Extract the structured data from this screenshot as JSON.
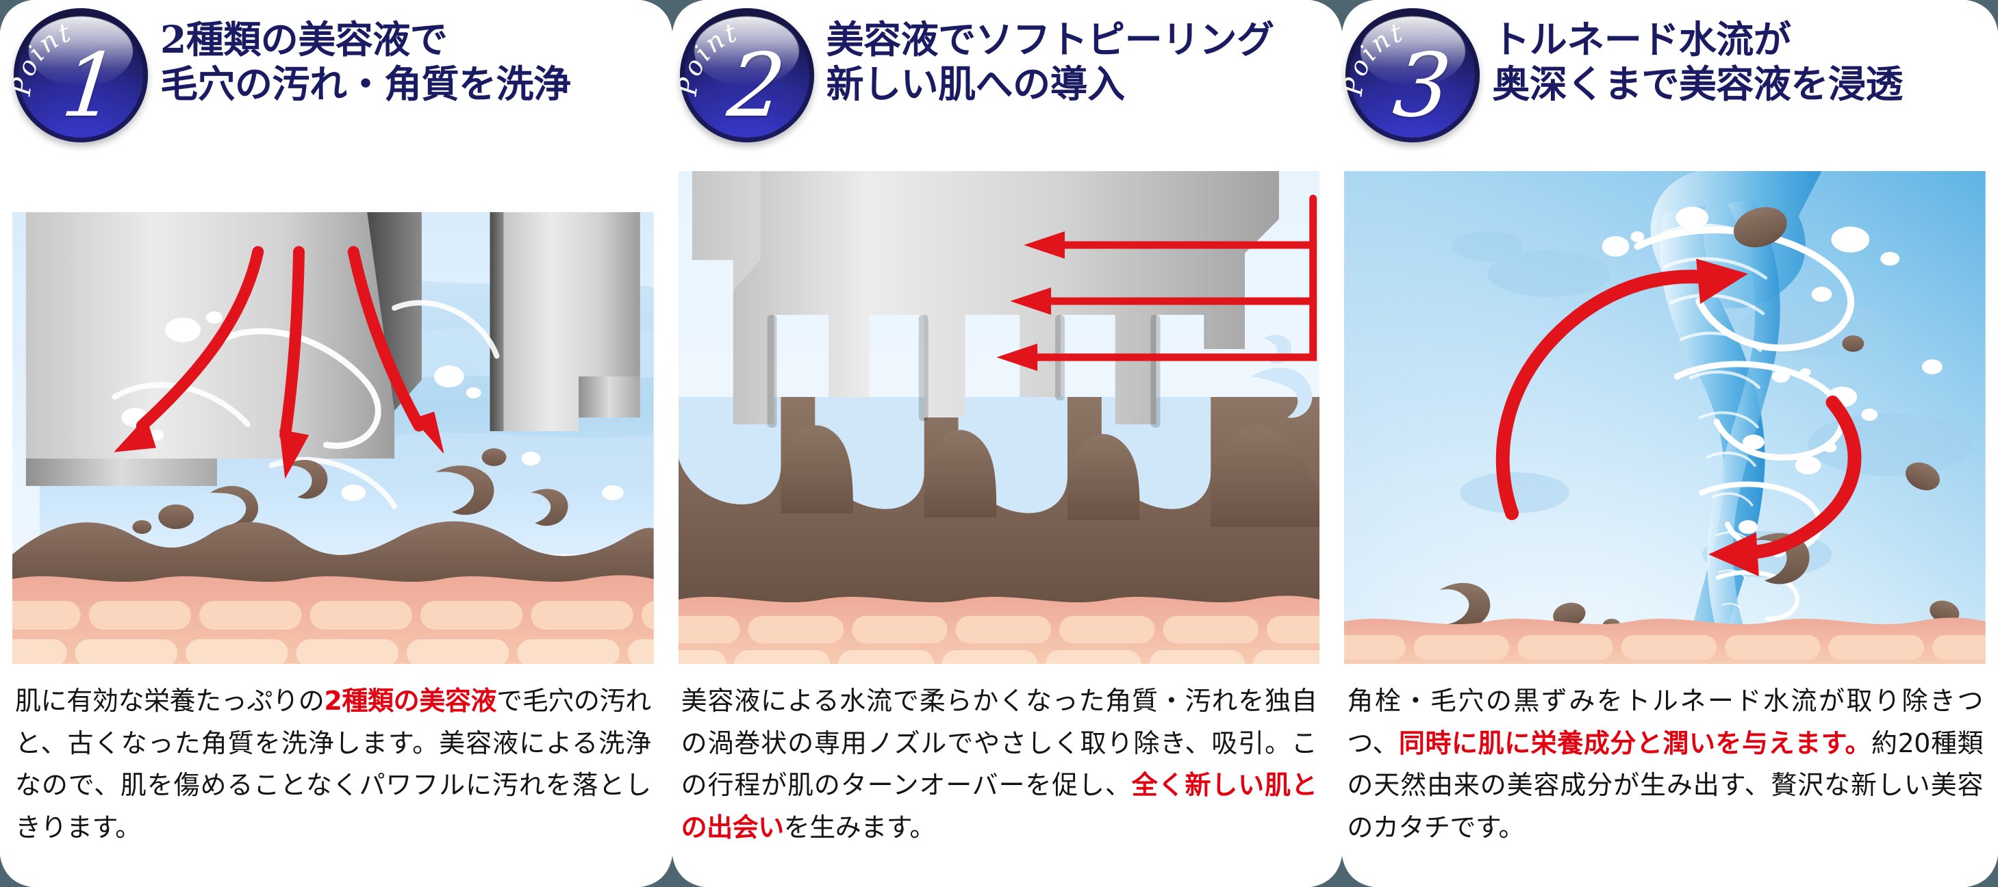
{
  "theme": {
    "headline_color": "#1b1b64",
    "highlight_color": "#e3000f",
    "badge_blue": "#2a2a96",
    "corner_color": "#4d6670",
    "arrow_red": "#e1141c",
    "water_blue": "#b9ddf4",
    "skin_pink": "#eeaa99",
    "skin_cell": "#f9d6bd",
    "dirt_brown": "#7e6354",
    "metal_gray": "#d8d8d8"
  },
  "panels": [
    {
      "badge": {
        "word": "Point",
        "number": "1"
      },
      "headline": "2種類の美容液で\n毛穴の汚れ・角質を洗浄",
      "illustration": "nozzle-water-jet-cleaning-pore",
      "caption": [
        {
          "text": "肌に有効な栄養たっぷりの",
          "highlight": false
        },
        {
          "text": "2種類の美容液",
          "highlight": true
        },
        {
          "text": "で毛穴の汚れと、古くなった角質を洗浄します。美容液による洗浄なので、肌を傷めることなくパワフルに汚れを落としきります。",
          "highlight": false
        }
      ]
    },
    {
      "badge": {
        "word": "Point",
        "number": "2"
      },
      "headline": "美容液でソフトピーリング\n新しい肌への導入",
      "illustration": "suction-nozzle-peeling-keratin",
      "caption": [
        {
          "text": "美容液による水流で柔らかくなった角質・汚れを独自の渦巻状の専用ノズルでやさしく取り除き、吸引。この行程が肌のターンオーバーを促し、",
          "highlight": false
        },
        {
          "text": "全く新しい肌との出会い",
          "highlight": true
        },
        {
          "text": "を生みます。",
          "highlight": false
        }
      ]
    },
    {
      "badge": {
        "word": "Point",
        "number": "3"
      },
      "headline": "トルネード水流が\n奥深くまで美容液を浸透",
      "illustration": "tornado-water-vortex-penetration",
      "caption": [
        {
          "text": "角栓・毛穴の黒ずみをトルネード水流が取り除きつつ、",
          "highlight": false
        },
        {
          "text": "同時に肌に栄養成分と潤いを与えます。",
          "highlight": true
        },
        {
          "text": "約20種類の天然由来の美容成分が生み出す、贅沢な新しい美容のカタチです。",
          "highlight": false
        }
      ]
    }
  ],
  "corners": [
    {
      "position": "top-left"
    },
    {
      "position": "top-center-left"
    },
    {
      "position": "top-center-right"
    },
    {
      "position": "top-right"
    },
    {
      "position": "bottom-left"
    },
    {
      "position": "bottom-center-left"
    },
    {
      "position": "bottom-center-right"
    },
    {
      "position": "bottom-right"
    }
  ]
}
